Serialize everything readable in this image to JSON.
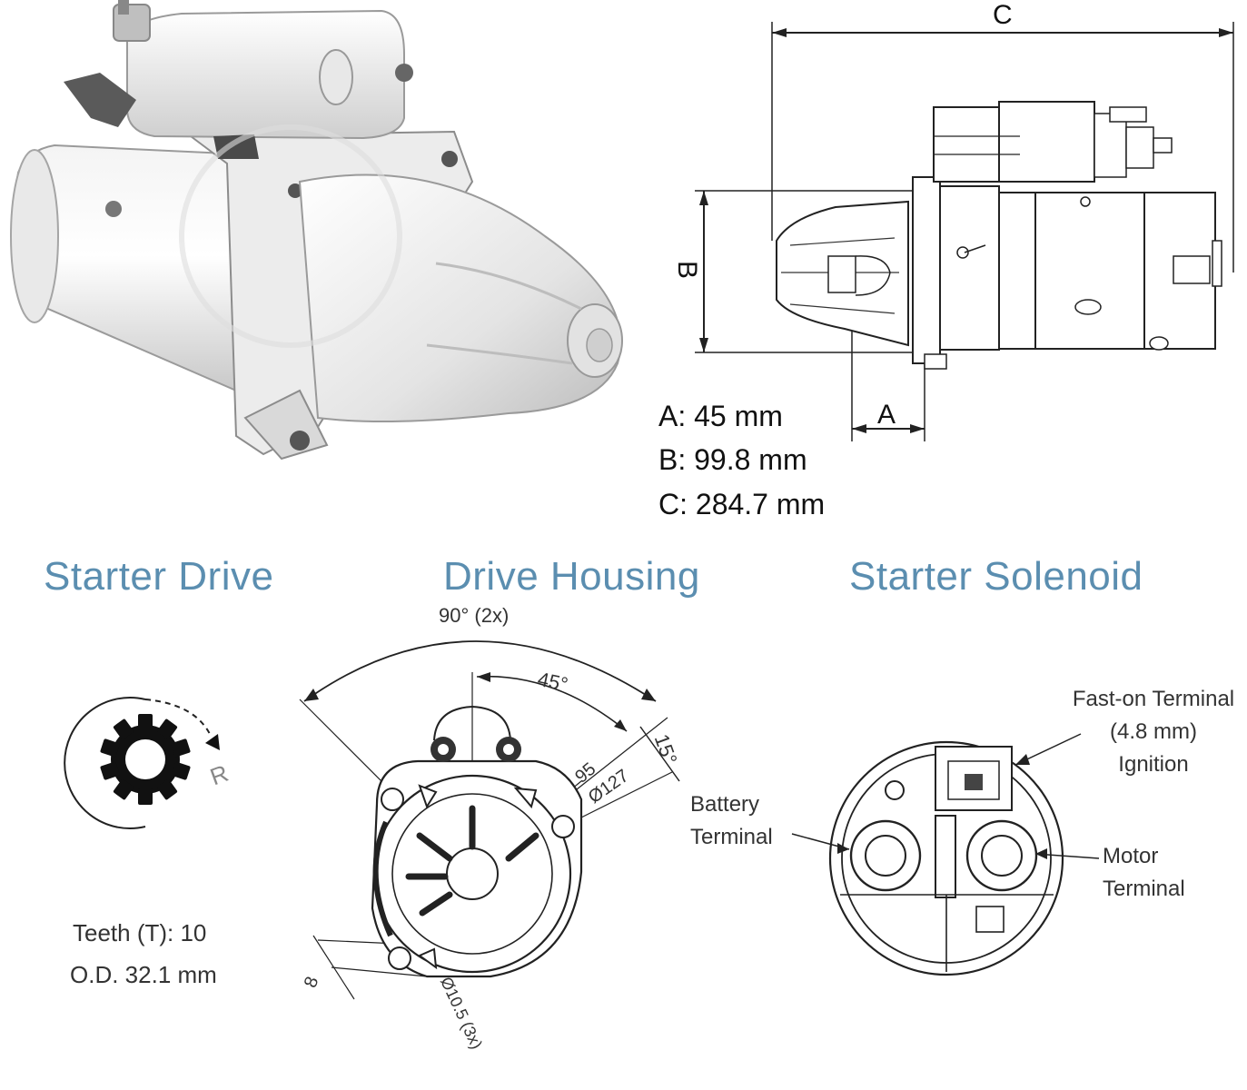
{
  "dimensions": {
    "a_letter": "A",
    "b_letter": "B",
    "c_letter": "C",
    "a_value": "A: 45 mm",
    "b_value": "B: 99.8 mm",
    "c_value": "C: 284.7 mm"
  },
  "sections": {
    "starter_drive": "Starter Drive",
    "drive_housing": "Drive Housing",
    "starter_solenoid": "Starter Solenoid"
  },
  "starter_drive": {
    "rotation_label": "R",
    "teeth": "Teeth (T):  10",
    "od": "O.D. 32.1 mm"
  },
  "drive_housing": {
    "angle_top": "90° (2x)",
    "angle_45": "45°",
    "angle_15": "15°",
    "dim_95": "95",
    "dim_127": "Ø127",
    "dim_8": "8",
    "dim_105": "Ø10.5 (3x)"
  },
  "solenoid": {
    "fast_on_line1": "Fast-on Terminal",
    "fast_on_line2": "(4.8 mm)",
    "fast_on_line3": "Ignition",
    "battery_line1": "Battery",
    "battery_line2": "Terminal",
    "motor_line1": "Motor",
    "motor_line2": "Terminal"
  }
}
